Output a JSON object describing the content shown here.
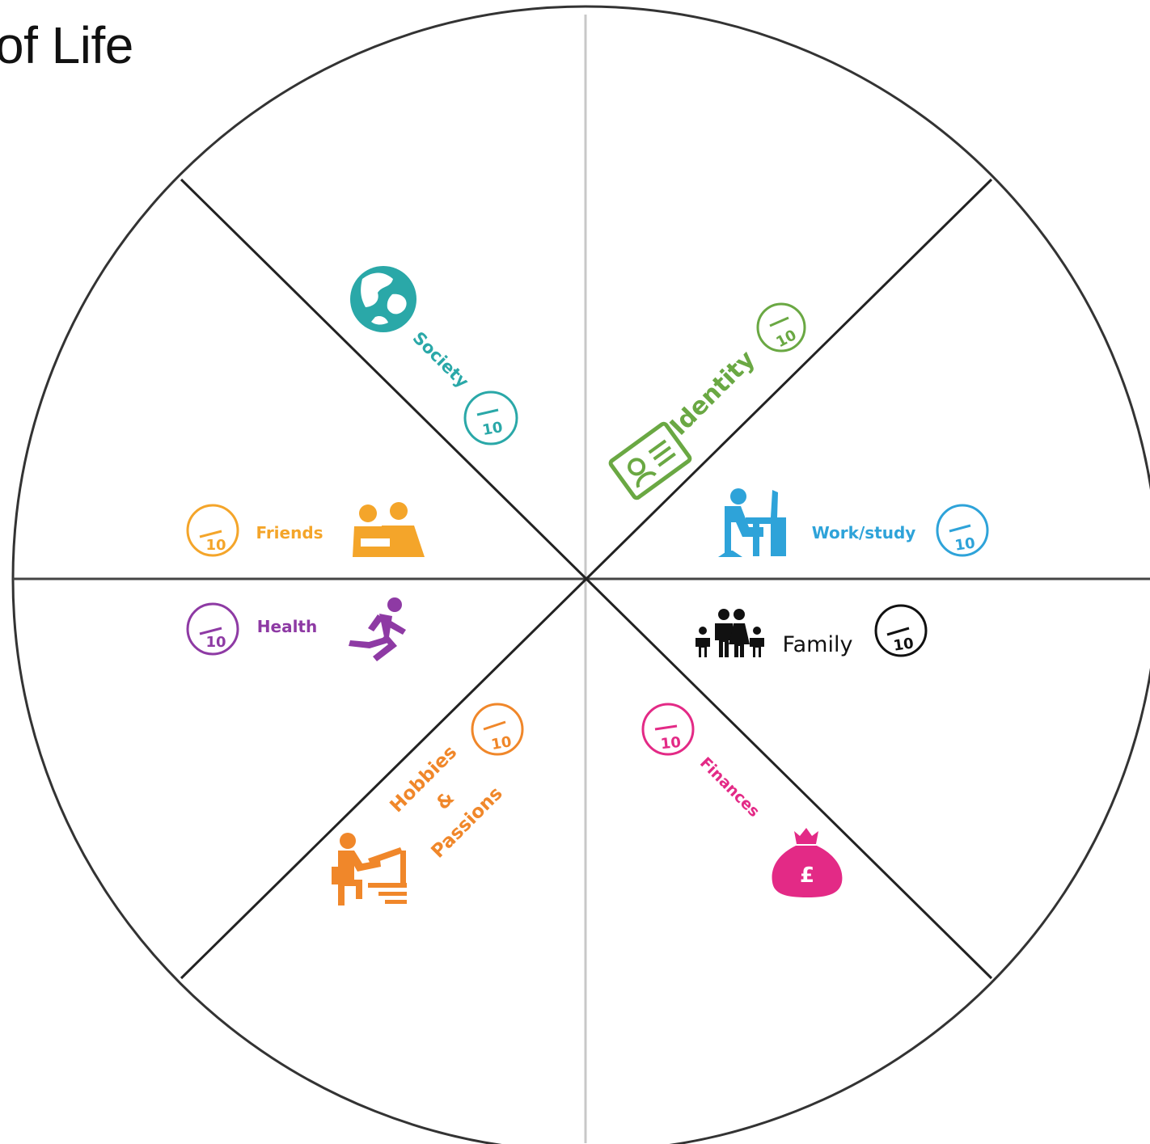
{
  "title": "of Life",
  "colors": {
    "society": "#2aa8a8",
    "identity": "#6aa843",
    "work": "#2ea3d9",
    "friends": "#f4a52a",
    "health": "#8e3aa4",
    "family": "#111111",
    "hobbies": "#f0872a",
    "finances": "#e32a86"
  },
  "segments": {
    "society": {
      "label": "Society",
      "score_denominator": "10",
      "icon": "globe-icon"
    },
    "identity": {
      "label": "Identity",
      "score_denominator": "10",
      "icon": "id-card-icon"
    },
    "work": {
      "label": "Work/study",
      "score_denominator": "10",
      "icon": "desk-worker-icon"
    },
    "friends": {
      "label": "Friends",
      "score_denominator": "10",
      "icon": "friends-icon"
    },
    "health": {
      "label": "Health",
      "score_denominator": "10",
      "icon": "runner-icon"
    },
    "family": {
      "label": "Family",
      "score_denominator": "10",
      "icon": "family-icon"
    },
    "hobbies": {
      "label_lines": [
        "Hobbies",
        "&",
        "Passions"
      ],
      "score_denominator": "10",
      "icon": "painter-icon"
    },
    "finances": {
      "label": "Finances",
      "score_denominator": "10",
      "icon": "money-bag-icon"
    },
    "finance_icon_symbol": "£"
  }
}
